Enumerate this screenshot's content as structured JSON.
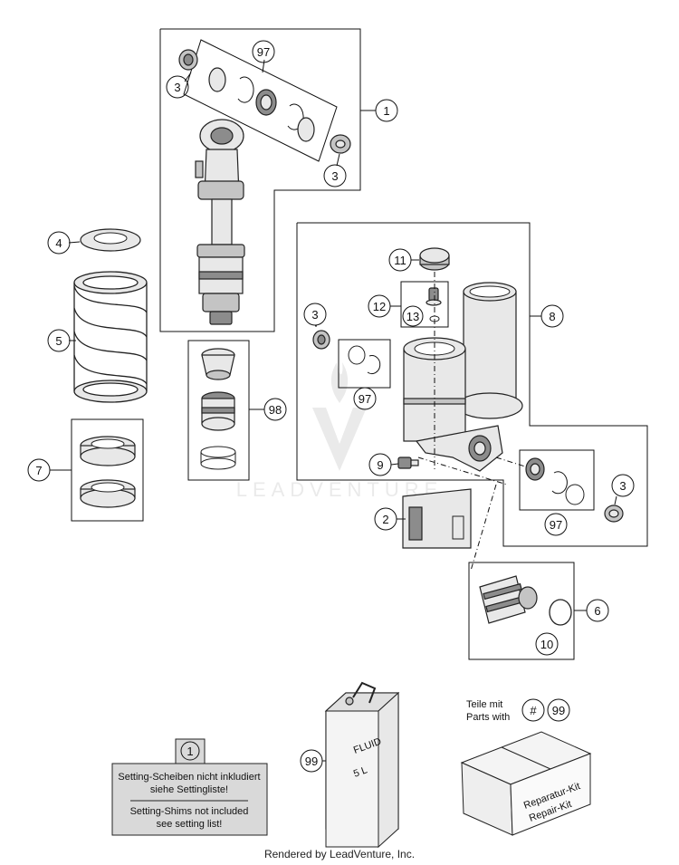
{
  "callouts": {
    "c1": "1",
    "c2": "2",
    "c3a": "3",
    "c3b": "3",
    "c3c": "3",
    "c3d": "3",
    "c4": "4",
    "c5": "5",
    "c6": "6",
    "c7": "7",
    "c8": "8",
    "c9": "9",
    "c10": "10",
    "c11": "11",
    "c12": "12",
    "c13": "13",
    "c97a": "97",
    "c97b": "97",
    "c97c": "97",
    "c98": "98",
    "c99": "99"
  },
  "watermark": "LEADVENTURE",
  "fluid_can": {
    "line1": "FLUID",
    "line2": "5 L"
  },
  "repair_kit": {
    "line1": "Teile mit",
    "line2": "Parts with",
    "hash": "#",
    "ref": "99",
    "box1": "Reparatur-Kit",
    "box2": "Repair-Kit"
  },
  "note": {
    "ref": "1",
    "de1": "Setting-Scheiben nicht inkludiert",
    "de2": "siehe Settingliste!",
    "en1": "Setting-Shims not included",
    "en2": "see setting list!"
  },
  "footer": "Rendered by LeadVenture, Inc."
}
